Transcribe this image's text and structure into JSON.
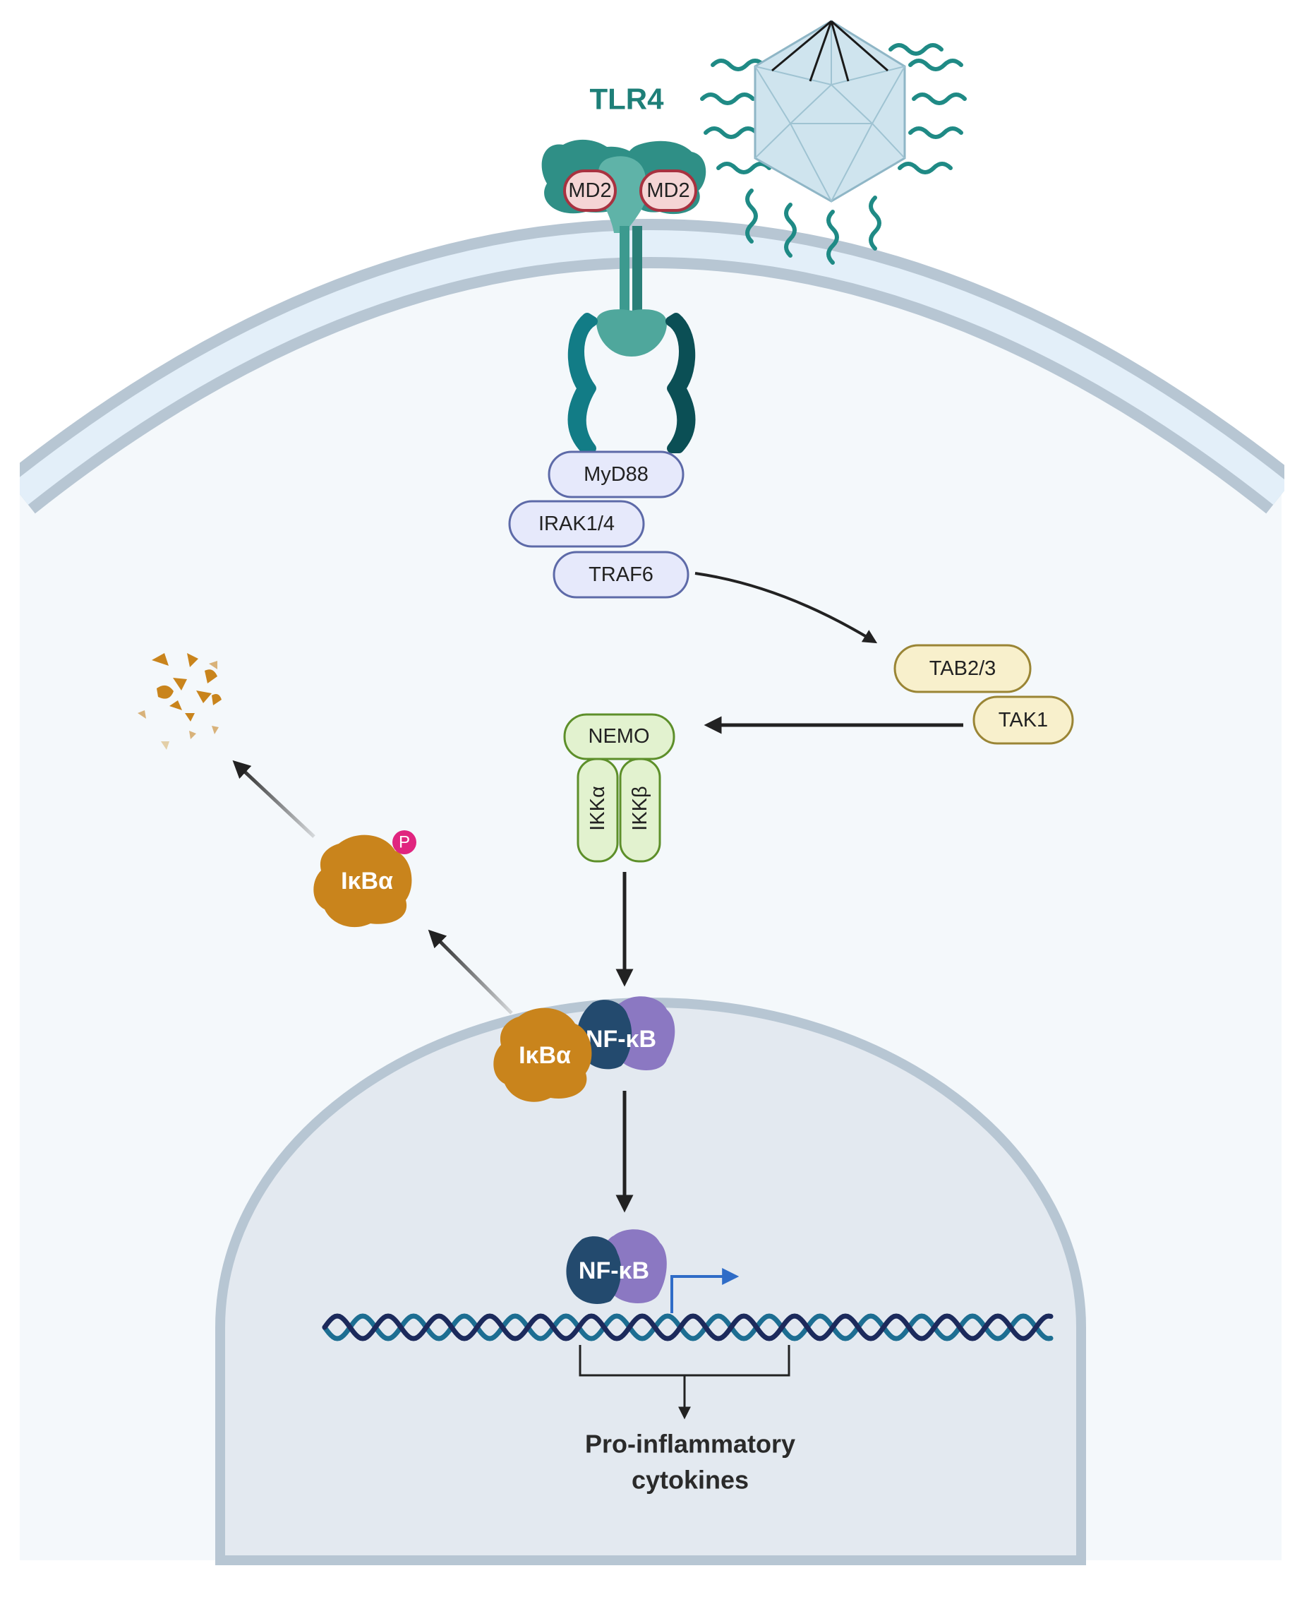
{
  "labels": {
    "tlr4": "TLR4",
    "md2_left": "MD2",
    "md2_right": "MD2",
    "myd88": "MyD88",
    "irak": "IRAK1/4",
    "traf6": "TRAF6",
    "tab23": "TAB2/3",
    "tak1": "TAK1",
    "nemo": "NEMO",
    "ikka": "IKKα",
    "ikkb": "IKKβ",
    "ikba_phos": "IκBα",
    "phospho": "P",
    "ikba_complex": "IκBα",
    "nfkb_cyto": "NF-κB",
    "nfkb_nuc": "NF-κB",
    "output_line1": "Pro-inflammatory",
    "output_line2": "cytokines"
  },
  "colors": {
    "teal": "#2f8f86",
    "teal_dark": "#0f5f66",
    "md2_fill": "#f5d5d5",
    "md2_stroke": "#a83240",
    "adaptor_fill": "#e6e9fb",
    "adaptor_stroke": "#5d6aa8",
    "tak_fill": "#f8f0cc",
    "tak_stroke": "#9a8535",
    "ikk_fill": "#e2f2cf",
    "ikk_stroke": "#5d8f2a",
    "ikba": "#c9841c",
    "nfkb_blue": "#234a6e",
    "nfkb_purple": "#8b78c2",
    "phospho": "#e0257f",
    "membrane": "#b7c6d3",
    "membrane_inner": "#e3eff9",
    "cytoplasm": "#f4f8fb",
    "nucleus": "#e3e9f0",
    "dna_a": "#1d6e92",
    "dna_b": "#1c2a5c",
    "transcription_arrow": "#2f6cc7"
  }
}
